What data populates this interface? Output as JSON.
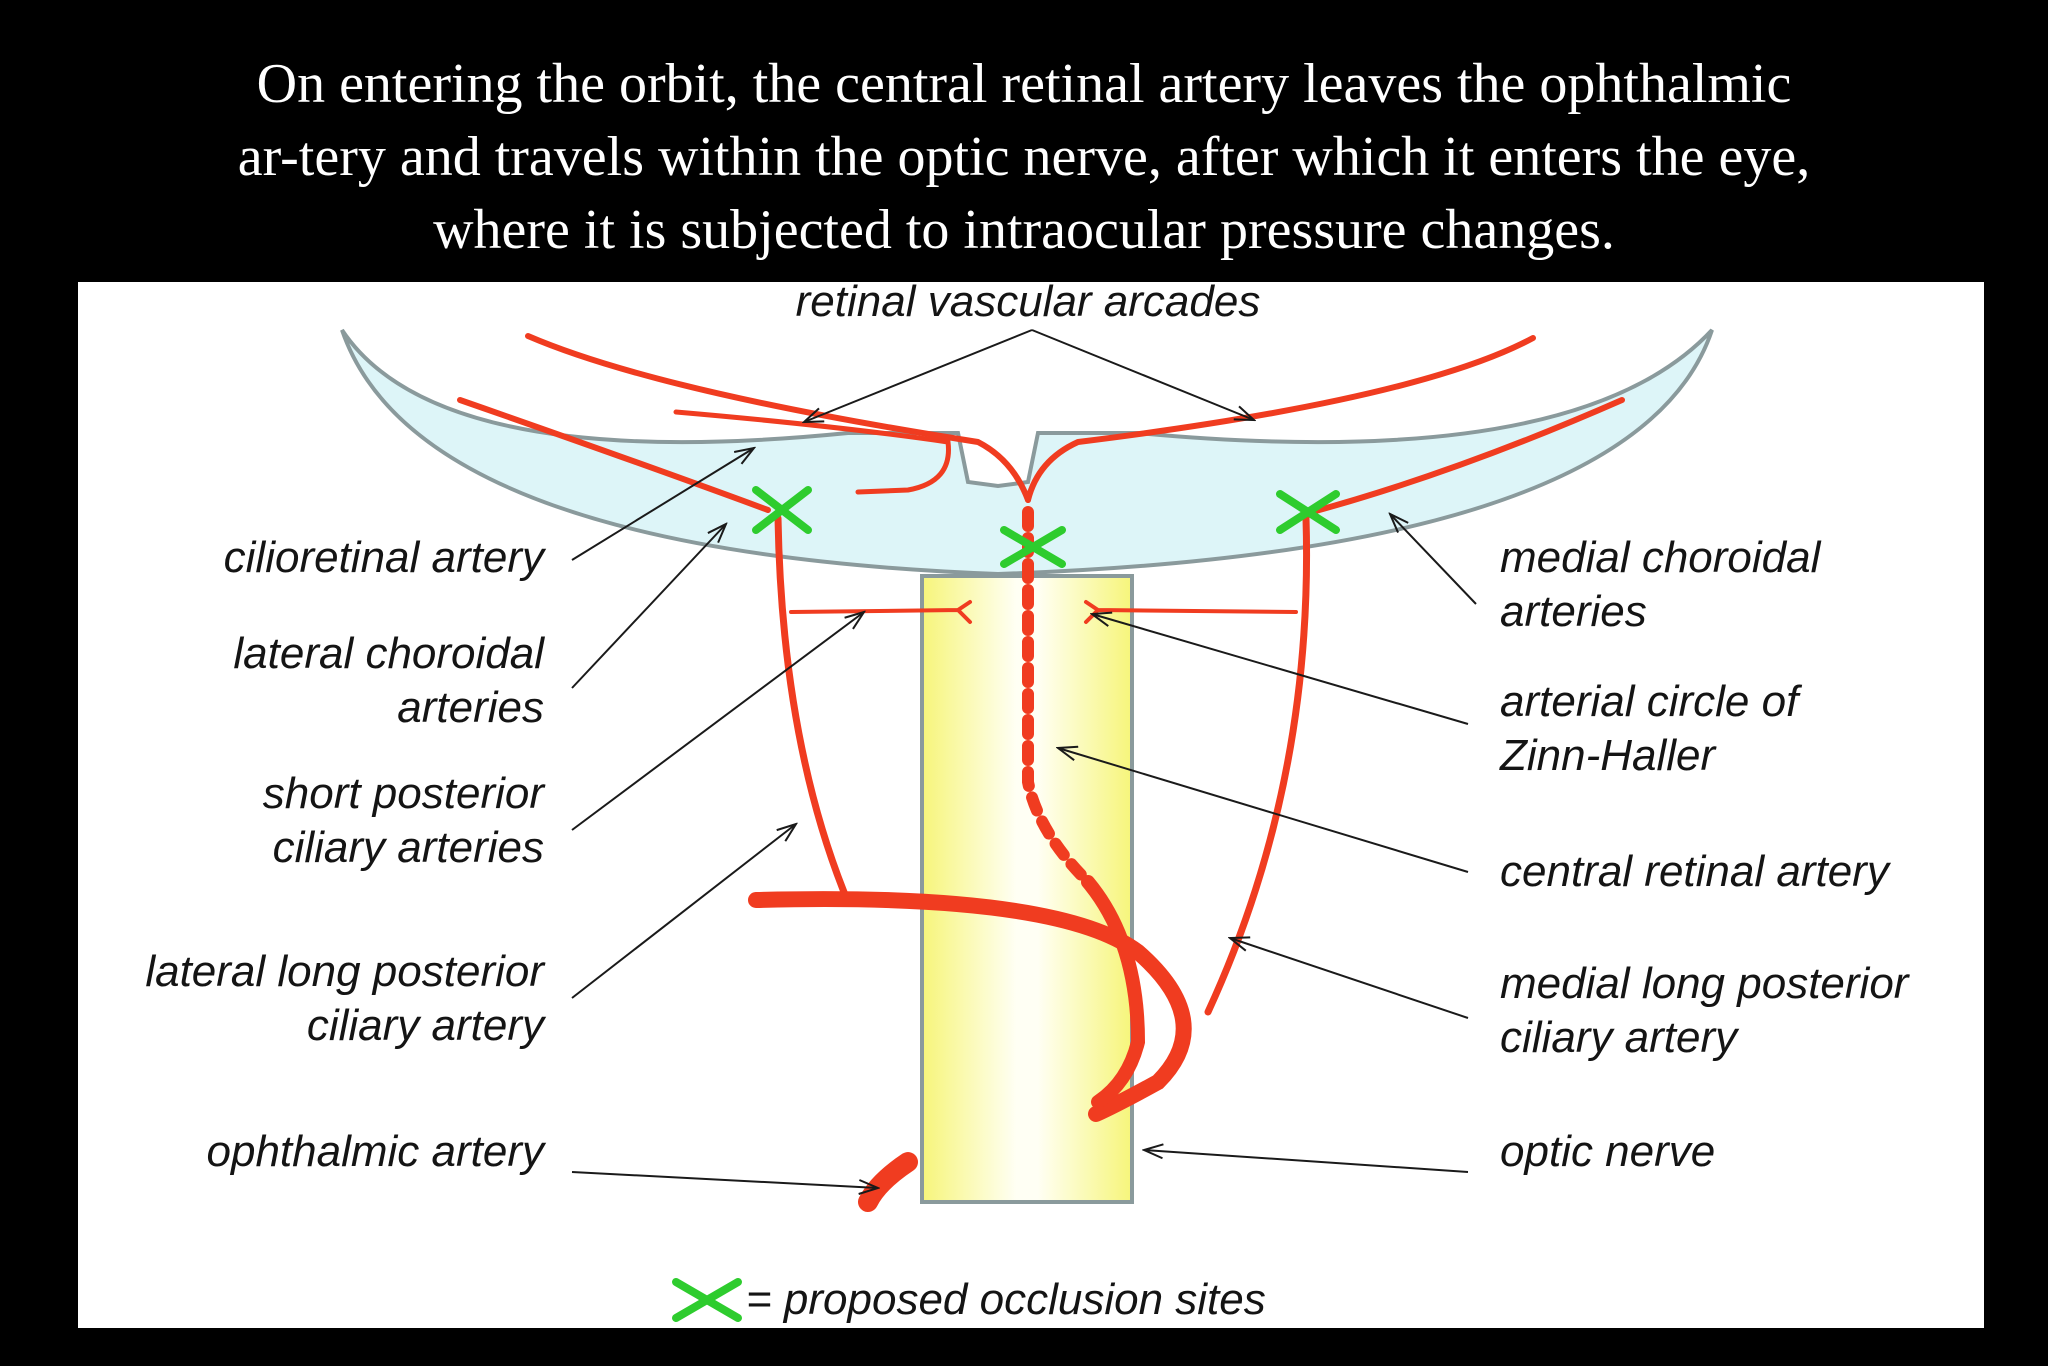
{
  "caption": {
    "line1": "On entering the orbit, the central retinal artery leaves the ophthalmic",
    "line2": "ar-tery and travels within the optic nerve, after which it enters the eye,",
    "line3": "where it is subjected to intraocular pressure changes."
  },
  "labels": {
    "retinal_vascular_arcades": "retinal vascular arcades",
    "cilioretinal_artery": "cilioretinal artery",
    "lateral_choroidal_1": "lateral choroidal",
    "lateral_choroidal_2": "arteries",
    "short_posterior_1": "short posterior",
    "short_posterior_2": "ciliary arteries",
    "lateral_long_1": "lateral long posterior",
    "lateral_long_2": "ciliary artery",
    "ophthalmic_artery": "ophthalmic artery",
    "medial_choroidal_1": "medial choroidal",
    "medial_choroidal_2": "arteries",
    "zinn_haller_1": "arterial circle of",
    "zinn_haller_2": "Zinn-Haller",
    "central_retinal_artery": "central retinal artery",
    "medial_long_1": "medial long posterior",
    "medial_long_2": "ciliary artery",
    "optic_nerve": "optic nerve"
  },
  "legend": {
    "text": "= proposed occlusion sites"
  },
  "colors": {
    "artery": "#f03c20",
    "occlusion_marker": "#2ecc2e",
    "optic_nerve_fill": "#f6f57a",
    "eyewall_fill": "#ddf5f8",
    "eyewall_stroke": "#8a9a9c"
  }
}
